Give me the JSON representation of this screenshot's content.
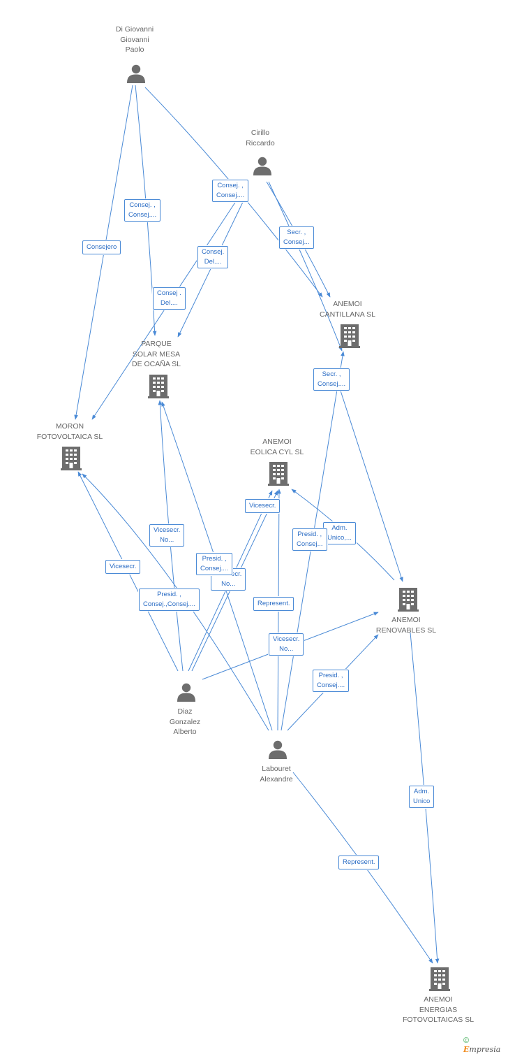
{
  "colors": {
    "edge": "#4a8ad6",
    "icon": "#6d6d6d",
    "label_text": "#666666",
    "box_text": "#2a6cc4"
  },
  "nodes": {
    "digiovanni": {
      "type": "person",
      "lines": [
        "Di Giovanni",
        "Giovanni",
        "Paolo"
      ],
      "icon": "person-icon"
    },
    "cirillo": {
      "type": "person",
      "lines": [
        "Cirillo",
        "Riccardo"
      ],
      "icon": "person-icon"
    },
    "diaz": {
      "type": "person",
      "lines": [
        "Diaz",
        "Gonzalez",
        "Alberto"
      ],
      "icon": "person-icon"
    },
    "labouret": {
      "type": "person",
      "lines": [
        "Labouret",
        "Alexandre"
      ],
      "icon": "person-icon"
    },
    "cantillana": {
      "type": "company",
      "lines": [
        "ANEMOI",
        "CANTILLANA SL"
      ],
      "icon": "building-icon"
    },
    "parque": {
      "type": "company",
      "lines": [
        "PARQUE",
        "SOLAR MESA",
        "DE OCAÑA SL"
      ],
      "icon": "building-icon"
    },
    "moron": {
      "type": "company",
      "lines": [
        "MORON",
        "FOTOVOLTAICA SL"
      ],
      "icon": "building-icon"
    },
    "eolica": {
      "type": "company",
      "lines": [
        "ANEMOI",
        "EOLICA CYL  SL"
      ],
      "icon": "building-icon"
    },
    "renovables": {
      "type": "company",
      "lines": [
        "ANEMOI",
        "RENOVABLES SL"
      ],
      "icon": "building-icon"
    },
    "energias": {
      "type": "company",
      "lines": [
        "ANEMOI",
        "ENERGIAS",
        "FOTOVOLTAICAS SL"
      ],
      "icon": "building-icon"
    }
  },
  "relations": [
    {
      "id": "r1",
      "lines": [
        "Consej. ,",
        "Consej...."
      ]
    },
    {
      "id": "r2",
      "lines": [
        "Consej. ,",
        "Consej...."
      ]
    },
    {
      "id": "r3",
      "lines": [
        "Consejero"
      ]
    },
    {
      "id": "r4",
      "lines": [
        "Secr. ,",
        "Consej..."
      ]
    },
    {
      "id": "r5",
      "lines": [
        "Consej.",
        "Del...."
      ]
    },
    {
      "id": "r6",
      "lines": [
        "Consej .",
        "Del...."
      ]
    },
    {
      "id": "r7",
      "lines": [
        "Secr. ,",
        "Consej...."
      ]
    },
    {
      "id": "r8",
      "lines": [
        "Vicesecr."
      ]
    },
    {
      "id": "r9",
      "lines": [
        "Adm.",
        "Unico,..."
      ]
    },
    {
      "id": "r10",
      "lines": [
        "Presid. ,",
        "Consej..."
      ]
    },
    {
      "id": "r11",
      "lines": [
        "Vicesecr.",
        "No..."
      ]
    },
    {
      "id": "r12",
      "lines": [
        "Vicesecr."
      ]
    },
    {
      "id": "r13",
      "lines": [
        "Vicesecr.",
        "No..."
      ]
    },
    {
      "id": "r14",
      "lines": [
        "Presid. ,",
        "Consej...."
      ]
    },
    {
      "id": "r15",
      "lines": [
        "Presid. ,",
        "Consej.,Consej...."
      ]
    },
    {
      "id": "r16",
      "lines": [
        "Represent."
      ]
    },
    {
      "id": "r17",
      "lines": [
        "Vicesecr.",
        "No..."
      ]
    },
    {
      "id": "r18",
      "lines": [
        "Presid. ,",
        "Consej...."
      ]
    },
    {
      "id": "r19",
      "lines": [
        "Adm.",
        "Unico"
      ]
    },
    {
      "id": "r20",
      "lines": [
        "Represent."
      ]
    }
  ],
  "brand": {
    "copyright": "©",
    "name_initial": "E",
    "name_rest": "mpresia"
  }
}
